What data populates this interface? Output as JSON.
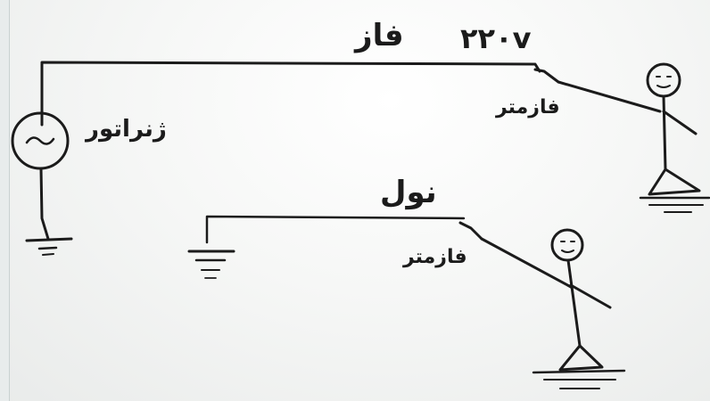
{
  "labels": {
    "phase": "فاز",
    "voltage": "۲۲۰v",
    "generator": "ژنراتور",
    "neutral": "نول",
    "probe_1": "فازمتر",
    "probe_2": "فازمتر"
  },
  "icons": {
    "generator_symbol": "ac-generator-icon",
    "ground_symbol": "ground-icon",
    "person": "stick-figure-icon"
  },
  "colors": {
    "ink": "#1b1b1b",
    "board": "#f4f5f4"
  }
}
